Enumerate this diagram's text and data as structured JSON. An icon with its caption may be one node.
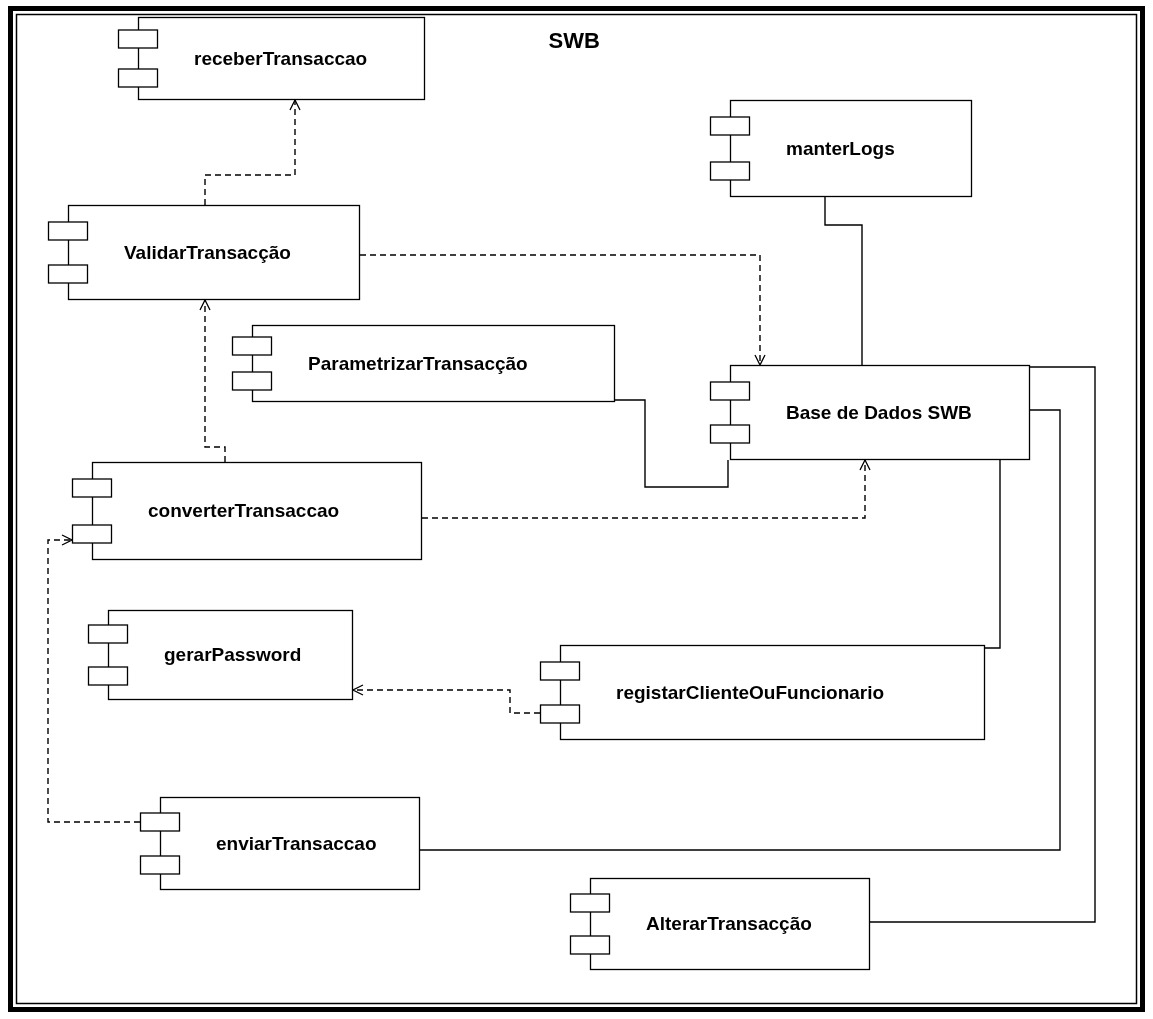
{
  "diagram": {
    "nodes": [
      {
        "text": [
          "SWB"
        ]
      },
      {
        "text": [
          "receberTransaccao"
        ],
        "in": 0
      },
      {
        "text": [
          "manterLogs"
        ],
        "in": 0
      },
      {
        "text": [
          "ValidarTransacção"
        ],
        "in": 0
      },
      {
        "text": [
          "ParametrizarTransacção"
        ],
        "in": 0
      },
      {
        "text": [
          "Base de Dados SWB"
        ],
        "in": 0
      },
      {
        "text": [
          "converterTransaccao"
        ],
        "in": 0
      },
      {
        "text": [
          "gerarPassword"
        ],
        "in": 0
      },
      {
        "text": [
          "registarClienteOuFuncionario"
        ],
        "in": 0
      },
      {
        "text": [
          "enviarTransaccao"
        ],
        "in": 0
      },
      {
        "text": [
          "AlterarTransacção"
        ],
        "in": 0
      }
    ],
    "edges": [
      {
        "from": 3,
        "to": 1,
        "arrow": "to",
        "style": "dashed"
      },
      {
        "from": 3,
        "to": 5,
        "arrow": "to",
        "style": "dashed"
      },
      {
        "from": 6,
        "to": 3,
        "arrow": "to",
        "style": "dashed"
      },
      {
        "from": 6,
        "to": 5,
        "arrow": "to",
        "style": "dashed"
      },
      {
        "from": 9,
        "to": 6,
        "arrow": "to",
        "style": "dashed"
      },
      {
        "from": 8,
        "to": 7,
        "arrow": "to",
        "style": "dashed"
      },
      {
        "from": 2,
        "to": 5,
        "arrow": "none"
      },
      {
        "from": 4,
        "to": 5,
        "arrow": "none"
      },
      {
        "from": 5,
        "to": 8,
        "arrow": "none"
      },
      {
        "from": 5,
        "to": 9,
        "arrow": "none"
      },
      {
        "from": 5,
        "to": 10,
        "arrow": "none"
      }
    ]
  }
}
